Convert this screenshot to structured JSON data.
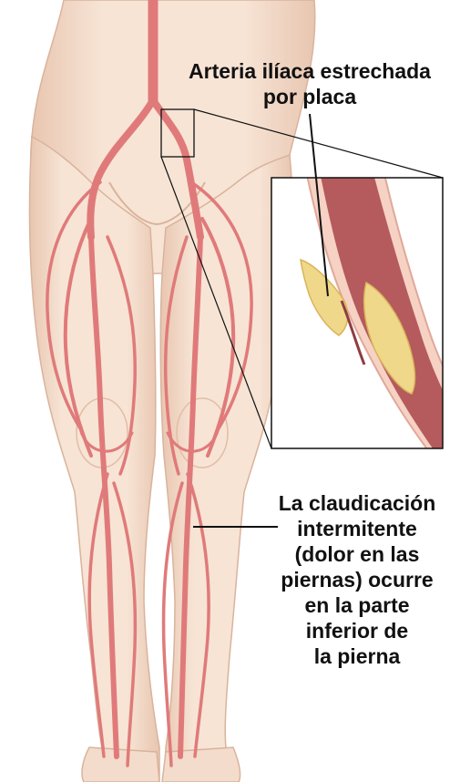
{
  "labels": {
    "iliac_artery": [
      "Arteria ilíaca estrechada",
      "por placa"
    ],
    "claudication": [
      "La claudicación",
      "intermitente",
      "(dolor en las",
      "piernas) ocurre",
      "en la parte",
      "inferior de",
      "la pierna"
    ]
  },
  "colors": {
    "skin": "#f6e2d2",
    "skin_shadow": "#e9c7b1",
    "artery": "#e07a7a",
    "artery_dark": "#c45a5c",
    "plaque": "#f1dc8a",
    "vessel_inner": "#b85a5c",
    "outline": "#111111"
  }
}
